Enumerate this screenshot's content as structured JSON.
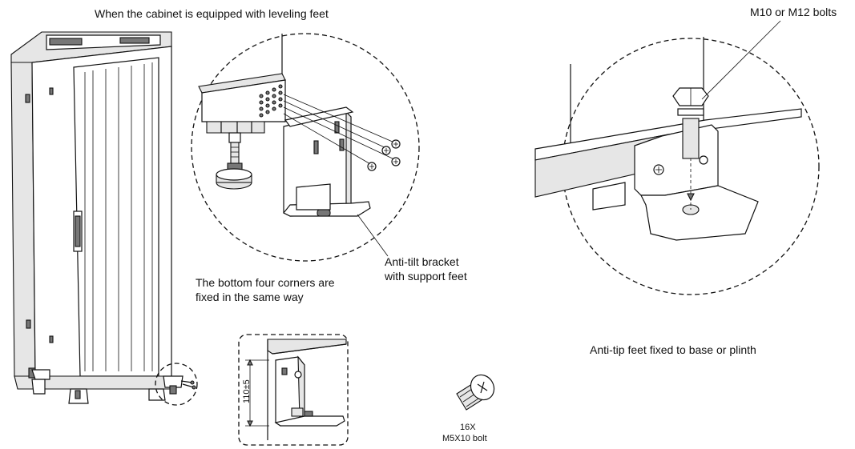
{
  "labels": {
    "title_leveling": "When the cabinet is equipped with leveling feet",
    "bolt_spec": "M10 or M12 bolts",
    "anti_tilt_line1": "Anti-tilt bracket",
    "anti_tilt_line2": "with support feet",
    "corners_line1": "The bottom four corners are",
    "corners_line2": "fixed in the same way",
    "anti_tip": "Anti-tip feet fixed to base or plinth",
    "dimension": "110±5",
    "bolt_qty": "16X",
    "bolt_size": "M5X10  bolt"
  }
}
